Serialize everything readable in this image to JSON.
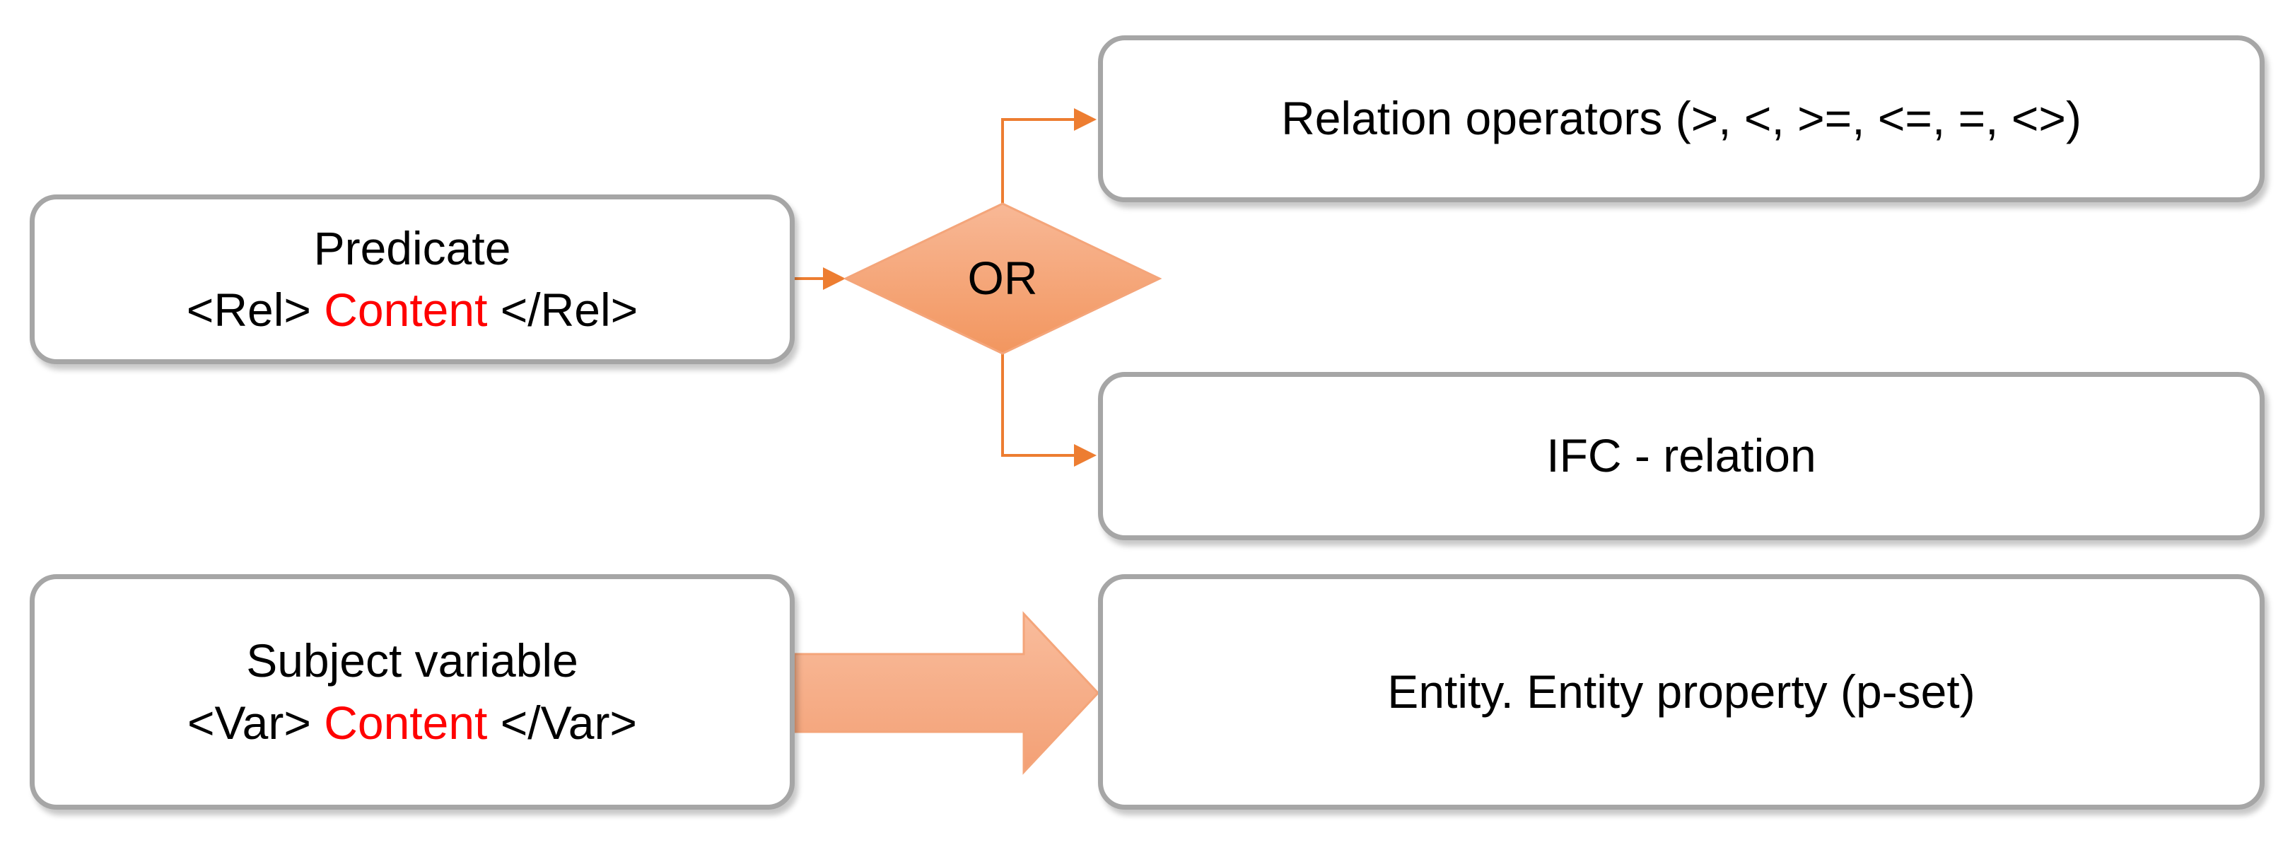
{
  "predicate": {
    "title": "Predicate",
    "open_tag": "<Rel> ",
    "content": "Content",
    "close_tag": " </Rel>"
  },
  "subject": {
    "title": "Subject variable",
    "open_tag": "<Var> ",
    "content": "Content",
    "close_tag": " </Var>"
  },
  "decision": {
    "label": "OR"
  },
  "options": {
    "relation_operators": "Relation operators (>, <, >=, <=, =, <>)",
    "ifc_relation": "IFC - relation"
  },
  "target": {
    "entity": "Entity. Entity property (p-set)"
  },
  "colors": {
    "box_border": "#a6a6a6",
    "connector": "#ed7d31",
    "fill_light": "#f8b896",
    "fill_dark": "#f2965f",
    "content_highlight": "#ff0000"
  }
}
